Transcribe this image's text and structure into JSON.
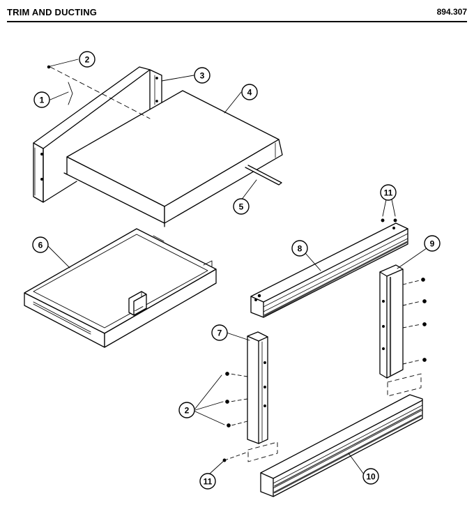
{
  "header": {
    "title": "TRIM AND DUCTING",
    "page_number": "894.307"
  },
  "callouts": {
    "c1": "1",
    "c2a": "2",
    "c2b": "2",
    "c3": "3",
    "c4": "4",
    "c5": "5",
    "c6": "6",
    "c7": "7",
    "c8": "8",
    "c9": "9",
    "c10": "10",
    "c11a": "11",
    "c11b": "11"
  }
}
